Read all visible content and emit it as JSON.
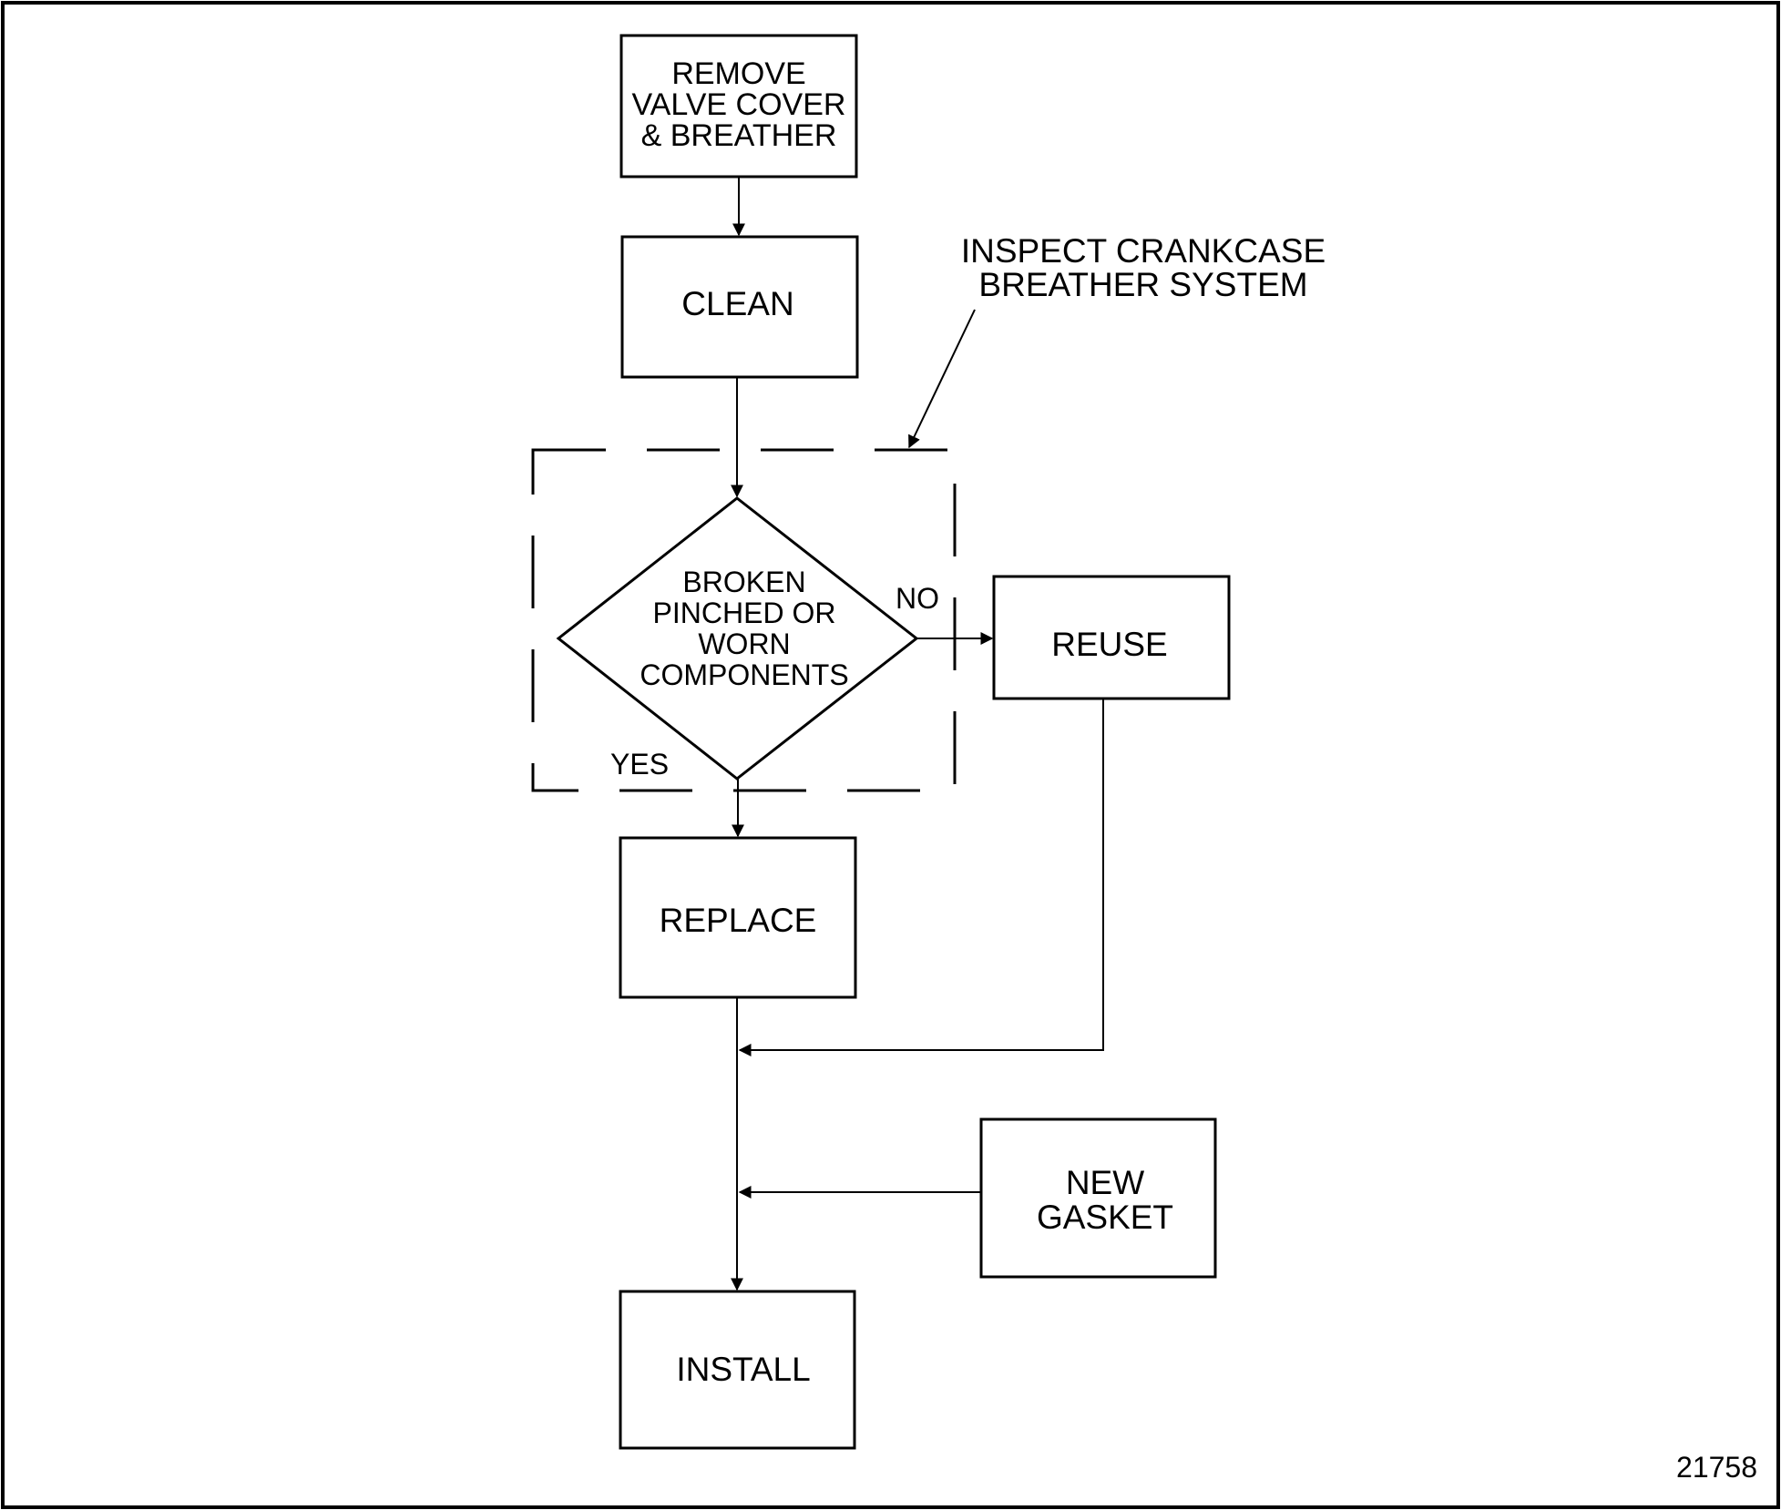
{
  "flowchart": {
    "remove_box": {
      "lines": [
        "REMOVE",
        "VALVE COVER",
        "& BREATHER"
      ]
    },
    "clean_box": {
      "label": "CLEAN"
    },
    "inspect_callout": {
      "lines": [
        "INSPECT CRANKCASE",
        "BREATHER SYSTEM"
      ]
    },
    "decision": {
      "lines": [
        "BROKEN",
        "PINCHED OR",
        "WORN",
        "COMPONENTS"
      ]
    },
    "no_label": "NO",
    "yes_label": "YES",
    "reuse_box": {
      "label": "REUSE"
    },
    "replace_box": {
      "label": "REPLACE"
    },
    "new_gasket_box": {
      "lines": [
        "NEW",
        "GASKET"
      ]
    },
    "install_box": {
      "label": "INSTALL"
    }
  },
  "figure_number": "21758"
}
